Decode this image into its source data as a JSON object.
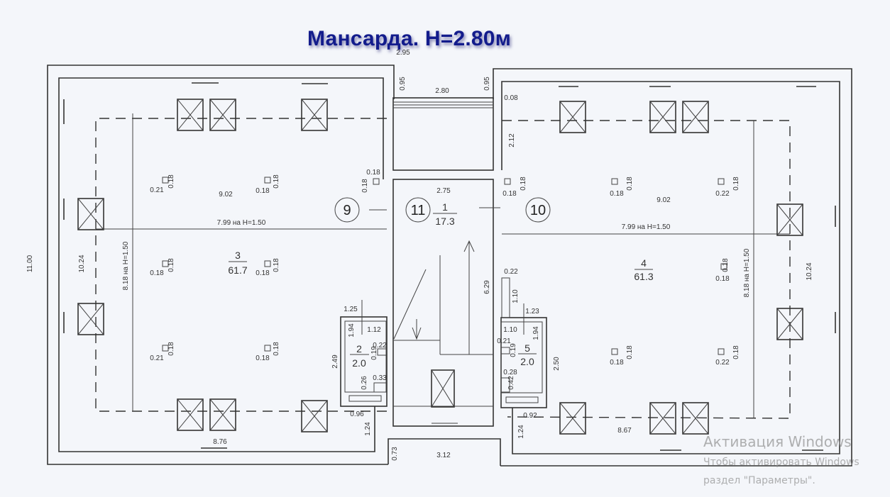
{
  "title": "Мансарда. H=2.80м",
  "watermark": {
    "line1": "Активация Windows",
    "line2": "Чтобы активировать Windows",
    "line3": "раздел \"Параметры\"."
  },
  "axes": {
    "a9": "9",
    "a11": "11",
    "a10": "10"
  },
  "rooms": {
    "r1_num": "1",
    "r1_area": "17.3",
    "r2_num": "2",
    "r2_area": "2.0",
    "r3_num": "3",
    "r3_area": "61.7",
    "r4_num": "4",
    "r4_area": "61.3",
    "r5_num": "5",
    "r5_area": "2.0"
  },
  "labels": {
    "top_295": "2.95",
    "top_095a": "0.95",
    "top_280": "2.80",
    "top_095b": "0.95",
    "r_008": "0.08",
    "r_212": "2.12",
    "c_018a": "0.18",
    "c_018b": "0.18",
    "l_021a": "0.21",
    "l_018a": "0.18",
    "l_018b": "0.18",
    "l_018c": "0.18",
    "l_902": "9.02",
    "l_799": "7.99 на H=1.50",
    "l_018d": "0.18",
    "l_018e": "0.18",
    "l_018f": "0.18",
    "l_018g": "0.18",
    "l_021b": "0.21",
    "l_018h": "0.18",
    "l_018i": "0.18",
    "l_018j": "0.18",
    "l_1024": "10.24",
    "l_818": "8.18 на H=1.50",
    "l_1100": "11.00",
    "l_876": "8.76",
    "l_096": "0.96",
    "l_124": "1.24",
    "b_073": "0.73",
    "b_312": "3.12",
    "b2_125": "1.25",
    "b2_194": "1.94",
    "b2_112": "1.12",
    "b2_022": "0.22",
    "b2_019": "0.19",
    "b2_249": "2.49",
    "b2_026": "0.26",
    "b2_033": "0.33",
    "c_275": "2.75",
    "c_629": "6.29",
    "r_018a": "0.18",
    "r_018b": "0.18",
    "r_018c": "0.18",
    "r_018d": "0.18",
    "r_902": "9.02",
    "r_022a": "0.22",
    "r_018e": "0.18",
    "r_799": "7.99 на H=1.50",
    "r_018f": "0.18",
    "r_018g": "0.18",
    "r_818": "8.18 на H=1.50",
    "r_1024": "10.24",
    "b5_022": "0.22",
    "b5_110a": "1.10",
    "b5_123": "1.23",
    "b5_110b": "1.10",
    "b5_194": "1.94",
    "b5_021": "0.21",
    "b5_019": "0.19",
    "b5_028": "0.28",
    "b5_042": "0.42",
    "b5_250": "2.50",
    "r_018h": "0.18",
    "r_018i": "0.18",
    "r_022b": "0.22",
    "r_018j": "0.18",
    "r_092": "0.92",
    "r_124": "1.24",
    "r_867": "8.67"
  }
}
